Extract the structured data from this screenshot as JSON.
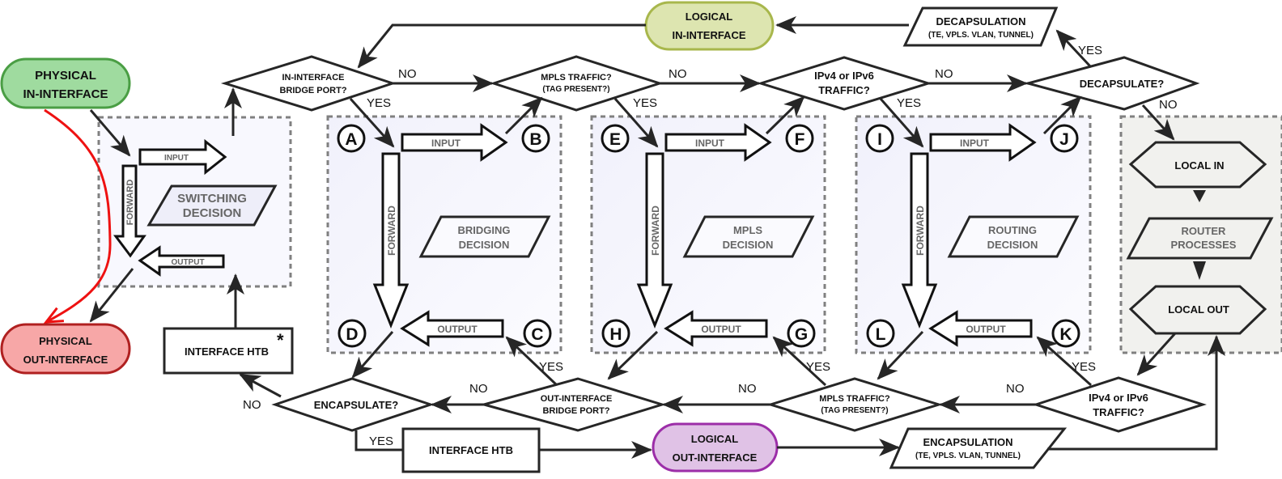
{
  "title": "Packet flow diagram",
  "colors": {
    "physical_in_fill": "#9fdb9f",
    "physical_in_stroke": "#4a9e44",
    "physical_out_fill": "#f7a7a7",
    "physical_out_stroke": "#b02020",
    "logical_in_fill": "#dde5b0",
    "logical_in_stroke": "#a8b74c",
    "logical_out_fill": "#e0c2e6",
    "logical_out_stroke": "#9c2ea8",
    "decision_box_fill": "#f6f6fe",
    "local_box_fill": "#f1f1ee",
    "bypass_arrow": "#ee1111"
  },
  "terminals": {
    "physical_in": [
      "PHYSICAL",
      "IN-INTERFACE"
    ],
    "physical_out": [
      "PHYSICAL",
      "OUT-INTERFACE"
    ],
    "logical_in": [
      "LOGICAL",
      "IN-INTERFACE"
    ],
    "logical_out": [
      "LOGICAL",
      "OUT-INTERFACE"
    ]
  },
  "processes": {
    "decapsulation": [
      "DECAPSULATION",
      "(TE, VPLS. VLAN, TUNNEL)"
    ],
    "encapsulation": [
      "ENCAPSULATION",
      "(TE, VPLS. VLAN, TUNNEL)"
    ],
    "interface_htb_top": "INTERFACE HTB",
    "interface_htb_top_mark": "*",
    "interface_htb_bottom": "INTERFACE HTB"
  },
  "decisions_top": {
    "in_bridge": [
      "IN-INTERFACE",
      "BRIDGE PORT?"
    ],
    "mpls": [
      "MPLS TRAFFIC?",
      "(TAG PRESENT?)"
    ],
    "ip": [
      "IPv4 or IPv6",
      "TRAFFIC?"
    ],
    "decap": "DECAPSULATE?"
  },
  "decisions_bottom": {
    "encap": "ENCAPSULATE?",
    "out_bridge": [
      "OUT-INTERFACE",
      "BRIDGE PORT?"
    ],
    "mpls": [
      "MPLS TRAFFIC?",
      "(TAG PRESENT?)"
    ],
    "ip": [
      "IPv4 or IPv6",
      "TRAFFIC?"
    ]
  },
  "edge_labels": {
    "yes": "YES",
    "no": "NO"
  },
  "blocks": {
    "switching": {
      "decision": [
        "SWITCHING",
        "DECISION"
      ],
      "input": "INPUT",
      "forward": "FORWARD",
      "output": "OUTPUT"
    },
    "bridging": {
      "decision": [
        "BRIDGING",
        "DECISION"
      ],
      "input": "INPUT",
      "forward": "FORWARD",
      "output": "OUTPUT",
      "markers": [
        "A",
        "B",
        "C",
        "D"
      ]
    },
    "mpls": {
      "decision": [
        "MPLS",
        "DECISION"
      ],
      "input": "INPUT",
      "forward": "FORWARD",
      "output": "OUTPUT",
      "markers": [
        "E",
        "F",
        "G",
        "H"
      ]
    },
    "routing": {
      "decision": [
        "ROUTING",
        "DECISION"
      ],
      "input": "INPUT",
      "forward": "FORWARD",
      "output": "OUTPUT",
      "markers": [
        "I",
        "J",
        "K",
        "L"
      ]
    }
  },
  "local": {
    "local_in": "LOCAL IN",
    "router_processes": [
      "ROUTER",
      "PROCESSES"
    ],
    "local_out": "LOCAL OUT"
  }
}
